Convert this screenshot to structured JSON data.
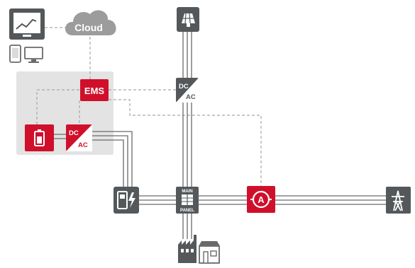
{
  "colors": {
    "grey_panel": "#e3e3e3",
    "dark_grey": "#55585a",
    "accent_red": "#d0102b",
    "cloud_grey": "#9c9c9c",
    "line_grey": "#6a6a6a",
    "dashed_grey": "#a7a7a7"
  },
  "cloud": {
    "label": "Cloud"
  },
  "ems": {
    "label": "EMS"
  },
  "inverter_top": {
    "line1": "DC",
    "line2": "AC"
  },
  "inverter_battery": {
    "line1": "DC",
    "line2": "AC"
  },
  "main_panel": {
    "line1": "MAIN",
    "line2": "PANEL"
  },
  "meter": {
    "symbol": "A"
  },
  "icons": [
    "monitoring-screen-icon",
    "smartphone-icon",
    "desktop-computer-icon",
    "cloud-icon",
    "solar-panel-icon",
    "battery-icon",
    "ev-charger-icon",
    "energy-meter-icon",
    "power-grid-pylon-icon",
    "factory-building-icon",
    "store-building-icon"
  ]
}
